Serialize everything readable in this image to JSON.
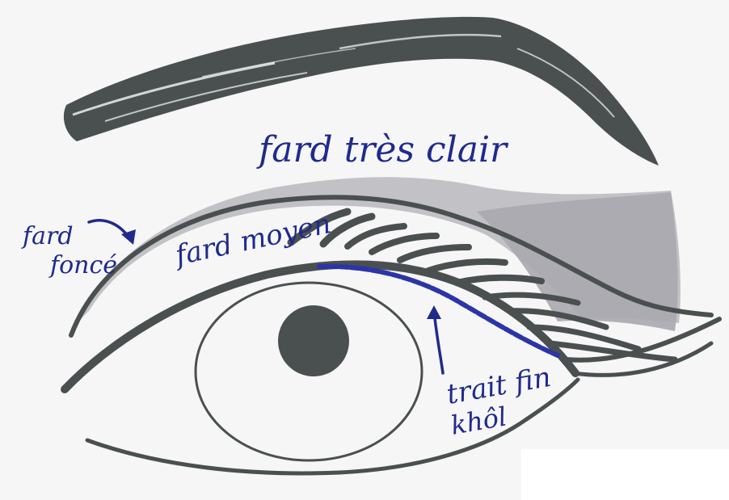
{
  "labels": {
    "light_shadow": "fard très clair",
    "dark_shadow_line1": "fard",
    "dark_shadow_line2": "foncé",
    "medium_shadow": "fard moyen",
    "kohl_line1": "trait fin",
    "kohl_line2": "khôl"
  },
  "colors": {
    "ink_gray": "#4a4f50",
    "pencil_gray": "#b9b9bd",
    "annotation_blue": "#1f2a8c",
    "kohl_blue": "#2b35a8",
    "paper": "#f6f6f7"
  },
  "icons": {
    "arrow_dark_shadow": "curved-arrow-icon",
    "arrow_kohl": "up-arrow-icon"
  }
}
